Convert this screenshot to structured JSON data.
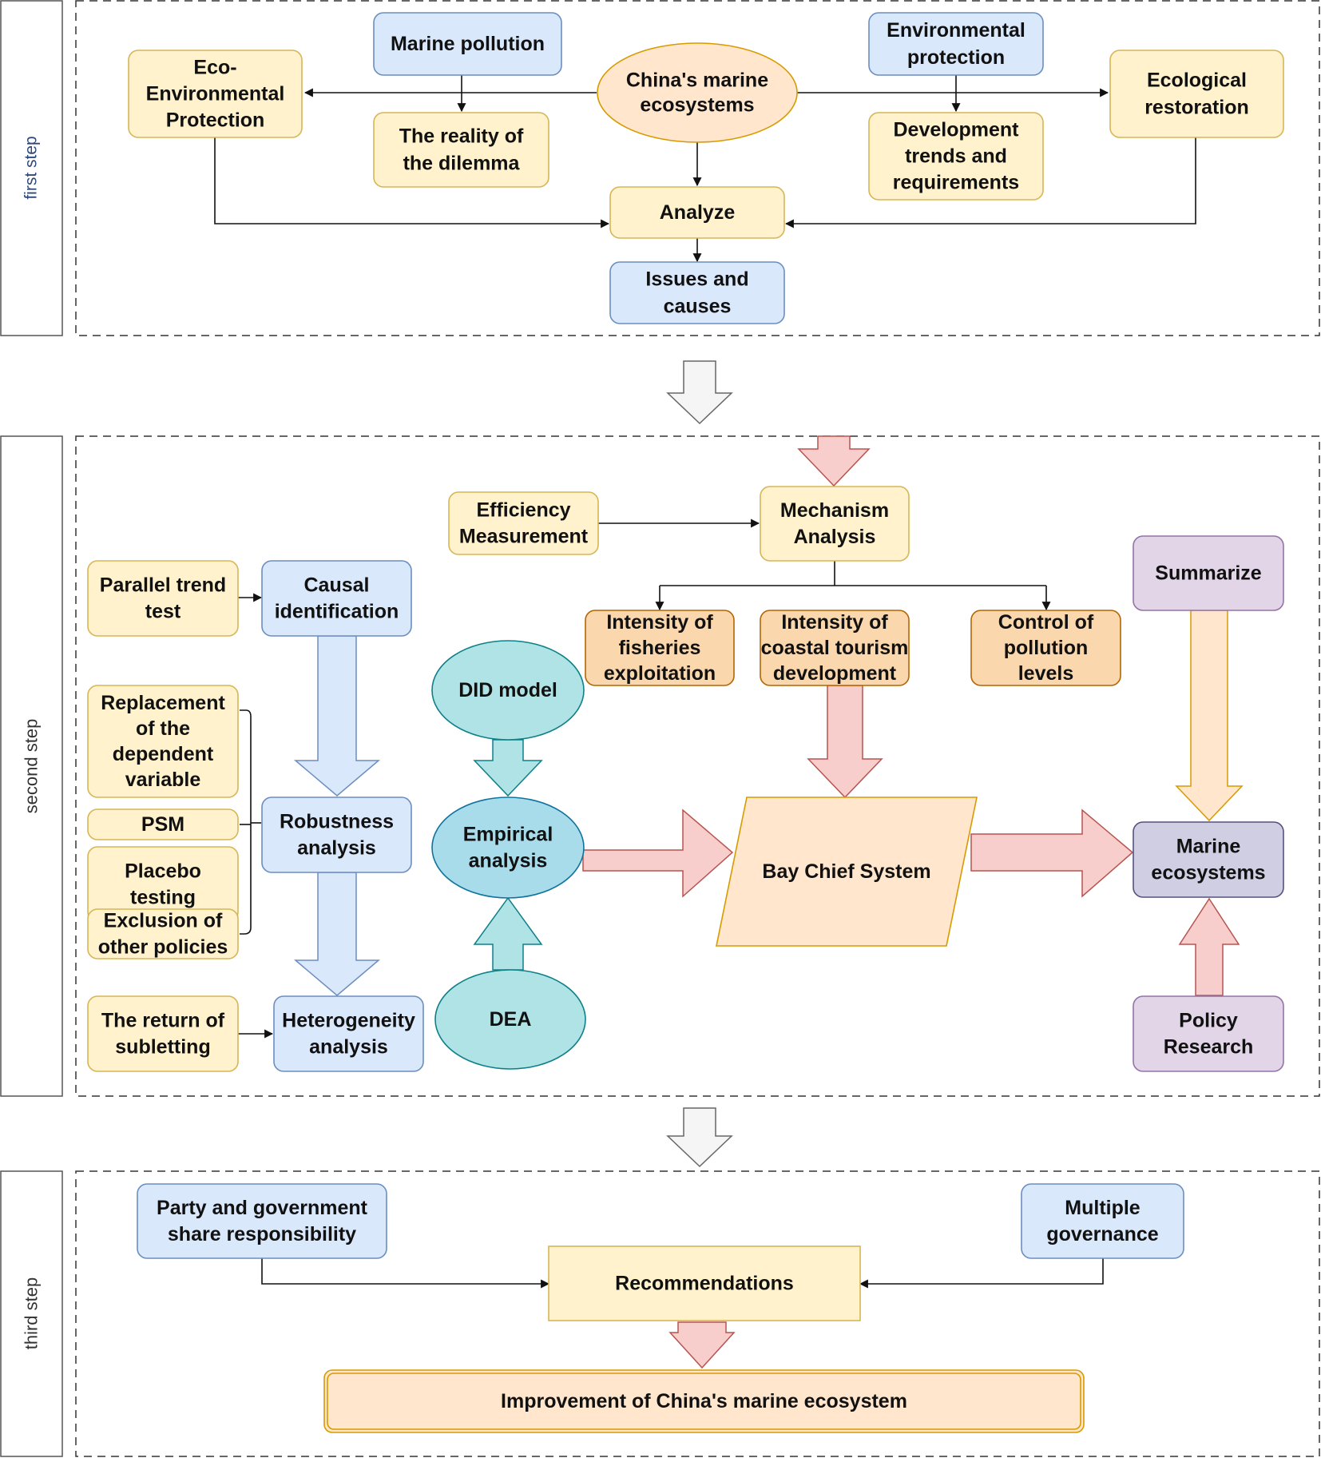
{
  "colors": {
    "yellow_fill": "#FFF2CC",
    "yellow_stroke": "#D6B656",
    "blue_fill": "#DAE8FC",
    "blue_stroke": "#6C8EBF",
    "orange_fill": "#FAD7AC",
    "orange_stroke": "#B46504",
    "purple_fill": "#E1D5E7",
    "purple_stroke": "#9673A6",
    "teal_fill": "#B0E3E6",
    "teal_stroke": "#0E8088",
    "pink_arrow_fill": "#F8CECC",
    "pink_arrow_stroke": "#B85450",
    "grey_arrow_fill": "#F5F5F5",
    "grey_arrow_stroke": "#666666"
  },
  "steps": {
    "first": "first step",
    "second": "second step",
    "third": "third step"
  },
  "first": {
    "marine_pollution": [
      "Marine pollution"
    ],
    "reality_dilemma": [
      "The reality of",
      "the dilemma"
    ],
    "eco_env_protection": [
      "Eco-",
      "Environmental",
      "Protection"
    ],
    "china_marine": [
      "China's marine",
      "ecosystems"
    ],
    "env_protection": [
      "Environmental",
      "protection"
    ],
    "dev_trends": [
      "Development",
      "trends and",
      "requirements"
    ],
    "eco_restoration": [
      "Ecological",
      "restoration"
    ],
    "analyze": [
      "Analyze"
    ],
    "issues_causes": [
      "Issues and",
      "causes"
    ]
  },
  "second": {
    "efficiency_measurement": [
      "Efficiency",
      "Measurement"
    ],
    "mechanism_analysis": [
      "Mechanism",
      "Analysis"
    ],
    "intensity_fisheries": [
      "Intensity of",
      "fisheries",
      "exploitation"
    ],
    "intensity_tourism": [
      "Intensity of",
      "coastal tourism",
      "development"
    ],
    "control_pollution": [
      "Control of",
      "pollution",
      "levels"
    ],
    "summarize": [
      "Summarize"
    ],
    "parallel_trend": [
      "Parallel trend",
      "test"
    ],
    "causal_identification": [
      "Causal",
      "identification"
    ],
    "replacement_dependent": [
      "Replacement",
      "of the",
      "dependent",
      "variable"
    ],
    "psm": [
      "PSM"
    ],
    "placebo_testing": [
      "Placebo",
      "testing"
    ],
    "exclusion_policies": [
      "Exclusion of",
      "other policies"
    ],
    "robustness_analysis": [
      "Robustness",
      "analysis"
    ],
    "return_subletting": [
      "The return of",
      "subletting"
    ],
    "heterogeneity_analysis": [
      "Heterogeneity",
      "analysis"
    ],
    "did_model": [
      "DID model"
    ],
    "empirical_analysis": [
      "Empirical",
      "analysis"
    ],
    "dea": [
      "DEA"
    ],
    "bay_chief_system": [
      "Bay Chief System"
    ],
    "marine_ecosystems": [
      "Marine",
      "ecosystems"
    ],
    "policy_research": [
      "Policy",
      "Research"
    ]
  },
  "third": {
    "party_government": [
      "Party and government",
      "share responsibility"
    ],
    "multiple_governance": [
      "Multiple",
      "governance"
    ],
    "recommendations": [
      "Recommendations"
    ],
    "improvement": [
      "Improvement of China's marine ecosystem"
    ]
  }
}
